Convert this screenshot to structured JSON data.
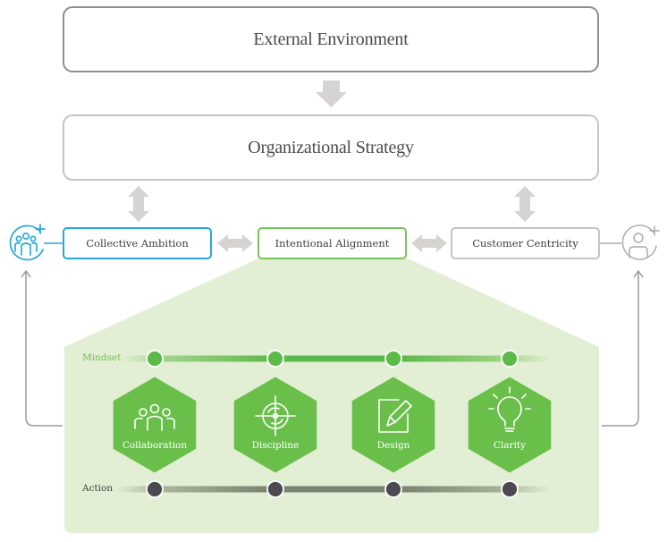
{
  "diagram": {
    "top_boxes": [
      {
        "id": "external-environment",
        "label": "External Environment"
      },
      {
        "id": "organizational-strategy",
        "label": "Organizational Strategy"
      }
    ],
    "middle_boxes": [
      {
        "id": "collective-ambition",
        "label": "Collective Ambition",
        "color": "#28a9d8"
      },
      {
        "id": "intentional-alignment",
        "label": "Intentional Alignment",
        "color": "#7ac45a"
      },
      {
        "id": "customer-centricity",
        "label": "Customer Centricity",
        "color": "#c4c4c4"
      }
    ],
    "side_icons": {
      "left": "group-add-icon",
      "right": "user-add-icon"
    },
    "rows": {
      "mindset": {
        "label": "Mindset",
        "color": "#6abf4b"
      },
      "action": {
        "label": "Action",
        "color": "#4a4a4f"
      }
    },
    "pillars": [
      {
        "label": "Collaboration",
        "icon": "people-icon"
      },
      {
        "label": "Discipline",
        "icon": "target-icon"
      },
      {
        "label": "Design",
        "icon": "pencil-page-icon"
      },
      {
        "label": "Clarity",
        "icon": "lightbulb-icon"
      }
    ],
    "colors": {
      "panel": "#e3efd4",
      "hexagon": "#6abf4b",
      "arrow": "#d6d4d2",
      "connector": "#9a9a9a"
    }
  }
}
